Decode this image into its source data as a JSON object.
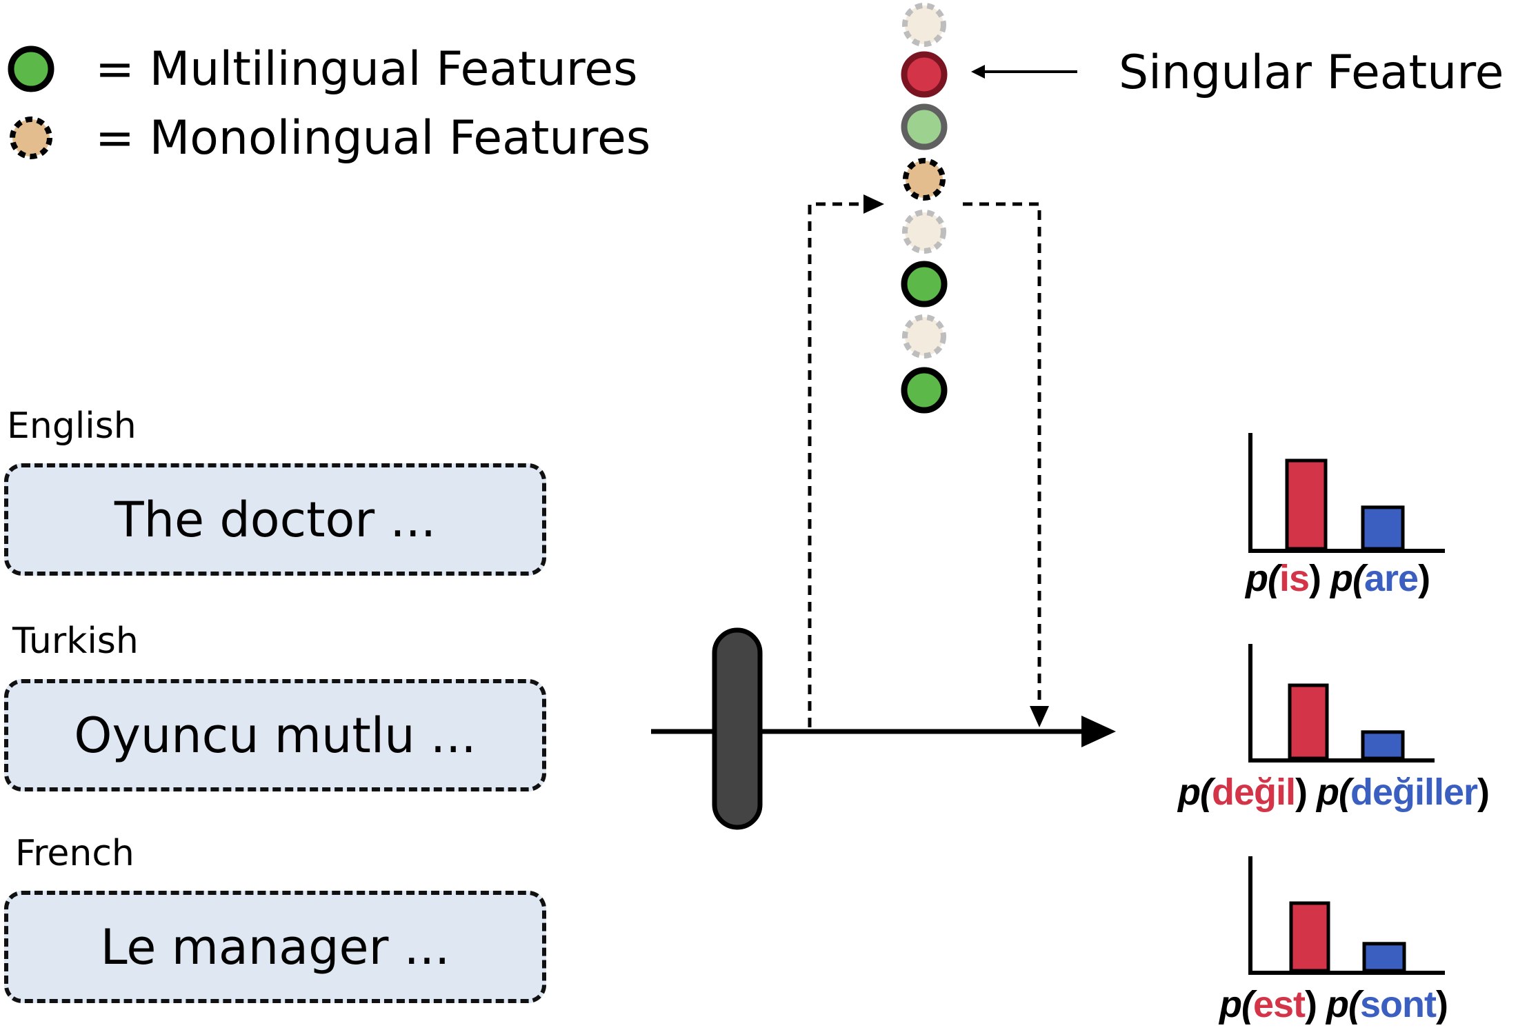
{
  "legend": {
    "multilingual_label": "= Multilingual Features",
    "monolingual_label": "= Monolingual Features"
  },
  "annotation": {
    "singular_feature": "Singular Feature"
  },
  "inputs": [
    {
      "language": "English",
      "text": "The doctor ..."
    },
    {
      "language": "Turkish",
      "text": "Oyuncu mutlu ..."
    },
    {
      "language": "French",
      "text": "Le manager ..."
    }
  ],
  "outputs": [
    {
      "prefix1": "p(",
      "word1": "is",
      "suffix1": ")",
      "prefix2": "p(",
      "word2": "are",
      "suffix2": ")",
      "singular_value": 1.0,
      "plural_value": 0.47
    },
    {
      "prefix1": "p(",
      "word1": "değil",
      "suffix1": ")",
      "prefix2": "p(",
      "word2": "değiller",
      "suffix2": ")",
      "singular_value": 1.0,
      "plural_value": 0.36
    },
    {
      "prefix1": "p(",
      "word1": "est",
      "suffix1": ")",
      "prefix2": "p(",
      "word2": "sont",
      "suffix2": ")",
      "singular_value": 1.0,
      "plural_value": 0.4
    }
  ],
  "colors": {
    "singular_red": "#d43448",
    "plural_blue": "#3a5fc0",
    "multilingual_green": "#5cb848",
    "monolingual_tan": "#e3bd8e",
    "input_box_fill": "#dfe7f3"
  },
  "feature_stack": [
    "faded-monolingual",
    "singular-red",
    "light-green-grey",
    "monolingual",
    "faded-monolingual",
    "multilingual",
    "faded-monolingual",
    "multilingual"
  ]
}
